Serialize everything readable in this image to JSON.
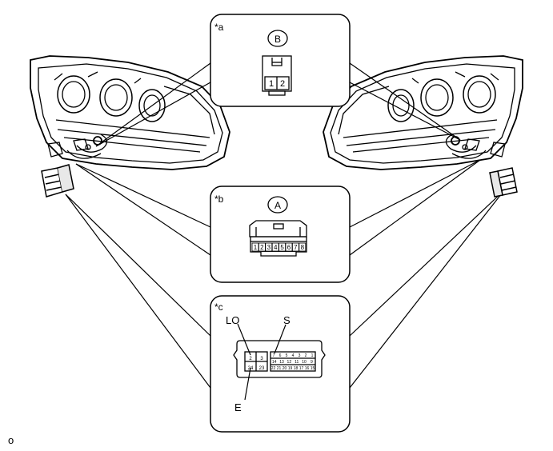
{
  "callouts": [
    {
      "tag": "*a",
      "connector_letter": "B",
      "pins": [
        "1",
        "2"
      ]
    },
    {
      "tag": "*b",
      "connector_letter": "A",
      "pins": [
        "1",
        "2",
        "3",
        "4",
        "5",
        "6",
        "7",
        "8"
      ]
    },
    {
      "tag": "*c",
      "pin_rows": [
        [
          "3",
          "2",
          "1"
        ],
        [
          "24",
          "23"
        ],
        [
          "7",
          "6",
          "5",
          "4",
          "3",
          "2",
          "1"
        ],
        [
          "14",
          "13",
          "12",
          "11",
          "10",
          "9"
        ],
        [
          "22",
          "21",
          "20",
          "19",
          "18",
          "17",
          "16",
          "15"
        ]
      ],
      "labels": {
        "lo": "LO",
        "s": "S",
        "e": "E"
      }
    }
  ],
  "footer_mark": "o"
}
